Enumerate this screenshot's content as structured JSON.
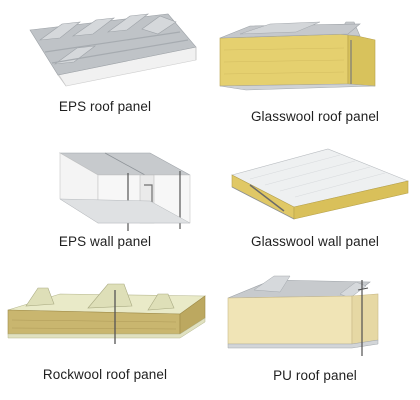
{
  "panels": [
    {
      "caption": "EPS roof panel"
    },
    {
      "caption": "Glasswool roof panel"
    },
    {
      "caption": "EPS wall panel"
    },
    {
      "caption": "Glasswool wall panel"
    },
    {
      "caption": "Rockwool roof panel"
    },
    {
      "caption": "PU roof panel"
    }
  ],
  "colors": {
    "metal_sheet": "#b9bdc2",
    "eps_core": "#f2f2f2",
    "glasswool_core": "#e3cf72",
    "rockwool_core": "#c9b472",
    "pu_core": "#efe2b4",
    "caption_text": "#1f1f1f"
  }
}
